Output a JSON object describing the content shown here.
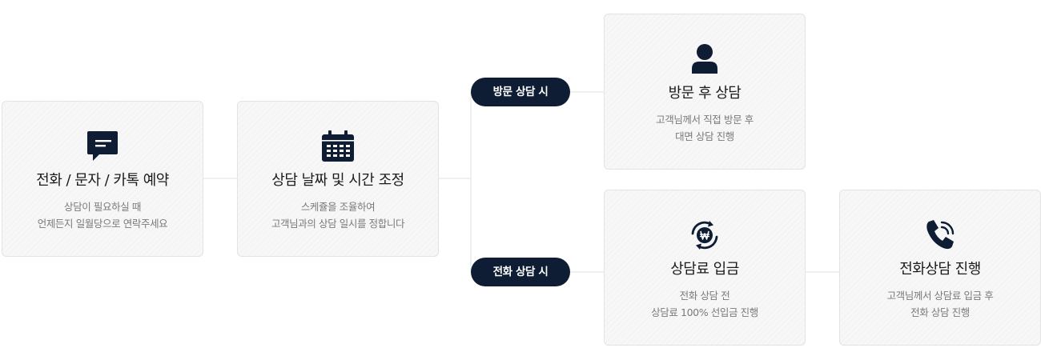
{
  "steps": [
    {
      "icon": "chat-bubble-icon",
      "title": "전화 / 문자 / 카톡 예약",
      "desc": [
        "상담이 필요하실 때",
        "언제든지 일월당으로 연락주세요"
      ]
    },
    {
      "icon": "calendar-icon",
      "title": "상담 날짜 및 시간 조정",
      "desc": [
        "스케쥴을 조율하여",
        "고객님과의 상담 일시를 정합니다"
      ]
    },
    {
      "icon": "person-icon",
      "title": "방문 후 상담",
      "desc": [
        "고객님께서 직접 방문 후",
        "대면 상담 진행"
      ]
    },
    {
      "icon": "won-exchange-icon",
      "title": "상담료 입금",
      "desc": [
        "전화 상담 전",
        "상담료 100% 선입금 진행"
      ]
    },
    {
      "icon": "phone-call-icon",
      "title": "전화상담 진행",
      "desc": [
        "고객님께서 상담료 입금 후",
        "전화 상담 진행"
      ]
    }
  ],
  "branches": {
    "visit": "방문 상담 시",
    "phone": "전화 상담 시"
  },
  "colors": {
    "icon": "#0e1d33",
    "pill_bg": "#0e1d33",
    "card_bg": "#f7f7f7",
    "card_border": "#e3e3e3",
    "connector": "#e2e2e2",
    "title_text": "#1b1b1b",
    "desc_text": "#7a7a7a"
  }
}
